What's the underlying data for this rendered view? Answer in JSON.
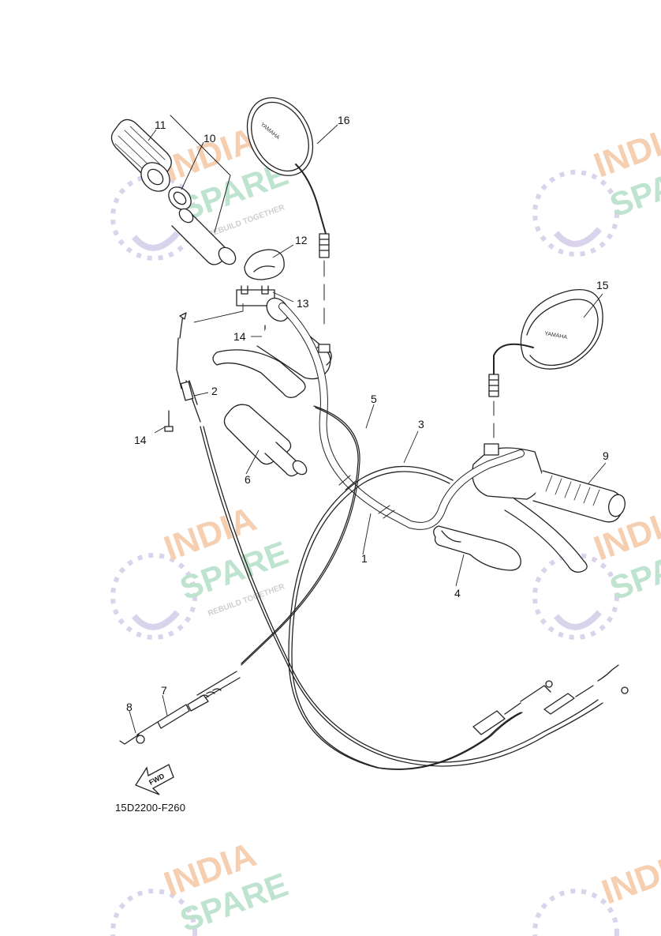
{
  "diagram_code": "15D2200-F260",
  "direction_label": "FWD",
  "mirror_brand": "YAMAHA",
  "watermark": {
    "line1": "INDIA",
    "line2": "SPARE",
    "tagline": "REBUILD TOGETHER"
  },
  "callouts": {
    "c1": "1",
    "c2": "2",
    "c3": "3",
    "c4": "4",
    "c5": "5",
    "c6": "6",
    "c7": "7",
    "c8": "8",
    "c9": "9",
    "c10": "10",
    "c11": "11",
    "c12": "12",
    "c13": "13",
    "c14a": "14",
    "c14b": "14",
    "c15": "15",
    "c16": "16"
  },
  "colors": {
    "line": "#222222",
    "wm_orange": "#f6c9a8",
    "wm_green": "#b7e0c9",
    "wm_purple": "#d5d0ea"
  }
}
